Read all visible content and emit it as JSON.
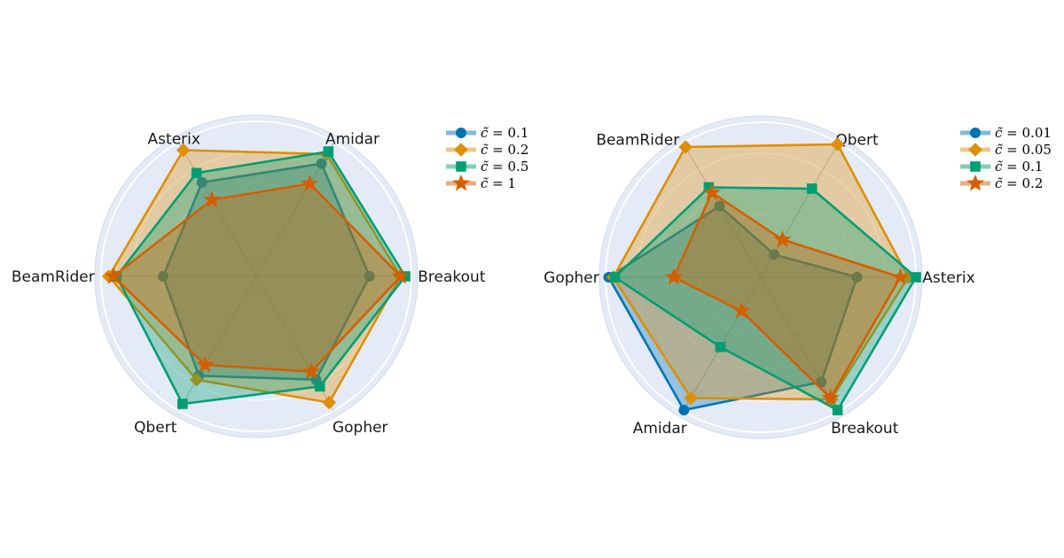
{
  "figure": {
    "background": "#ffffff"
  },
  "palette": {
    "blue": "#0173B2",
    "orange": "#DE8F05",
    "green": "#029E73",
    "red": "#D55E00",
    "disc": "#E4EAF6",
    "disc_edge": "#D7DEEF",
    "ring": "#FFFFFF",
    "spoke": "#8F8F8F",
    "label_color": "#1A1A1A"
  },
  "chart_data": [
    {
      "type": "radar",
      "position": "left",
      "grid": true,
      "r_ticks": [
        0.2,
        0.4,
        0.6,
        0.8,
        1.0
      ],
      "rlim": [
        0,
        1.04
      ],
      "categories": [
        "Breakout",
        "Amidar",
        "Asterix",
        "BeamRider",
        "Qbert",
        "Gopher"
      ],
      "angles_deg": [
        0,
        60,
        120,
        180,
        240,
        300
      ],
      "series": [
        {
          "name": "c̃ = 0.1",
          "var": "c̃",
          "value": "0.1",
          "color_key": "blue",
          "marker": "circle",
          "values": [
            0.73,
            0.84,
            0.7,
            0.6,
            0.74,
            0.77
          ]
        },
        {
          "name": "c̃ = 0.2",
          "var": "c̃",
          "value": "0.2",
          "color_key": "orange",
          "marker": "diamond",
          "values": [
            0.93,
            0.91,
            0.94,
            0.95,
            0.77,
            0.94
          ]
        },
        {
          "name": "c̃ = 0.5",
          "var": "c̃",
          "value": "0.5",
          "color_key": "green",
          "marker": "square",
          "values": [
            0.96,
            0.93,
            0.77,
            0.9,
            0.95,
            0.82
          ]
        },
        {
          "name": "c̃ = 1",
          "var": "c̃",
          "value": "1",
          "color_key": "red",
          "marker": "star",
          "values": [
            0.93,
            0.69,
            0.57,
            0.92,
            0.66,
            0.71
          ]
        }
      ]
    },
    {
      "type": "radar",
      "position": "right",
      "grid": true,
      "r_ticks": [
        0.2,
        0.4,
        0.6,
        0.8,
        1.0
      ],
      "rlim": [
        0,
        1.04
      ],
      "categories": [
        "Asterix",
        "Qbert",
        "BeamRider",
        "Gopher",
        "Amidar",
        "Breakout"
      ],
      "angles_deg": [
        0,
        60,
        120,
        180,
        240,
        300
      ],
      "series": [
        {
          "name": "c̃ = 0.01",
          "var": "c̃",
          "value": "0.01",
          "color_key": "blue",
          "marker": "circle",
          "values": [
            0.62,
            0.17,
            0.53,
            0.98,
            0.99,
            0.78
          ]
        },
        {
          "name": "c̃ = 0.05",
          "var": "c̃",
          "value": "0.05",
          "color_key": "orange",
          "marker": "diamond",
          "values": [
            0.95,
            0.99,
            0.97,
            0.95,
            0.9,
            0.91
          ]
        },
        {
          "name": "c̃ = 0.1",
          "var": "c̃",
          "value": "0.1",
          "color_key": "green",
          "marker": "square",
          "values": [
            1.0,
            0.66,
            0.67,
            0.94,
            0.52,
            0.99
          ]
        },
        {
          "name": "c̃ = 0.2",
          "var": "c̃",
          "value": "0.2",
          "color_key": "red",
          "marker": "star",
          "values": [
            0.9,
            0.28,
            0.63,
            0.56,
            0.25,
            0.9
          ]
        }
      ]
    }
  ]
}
